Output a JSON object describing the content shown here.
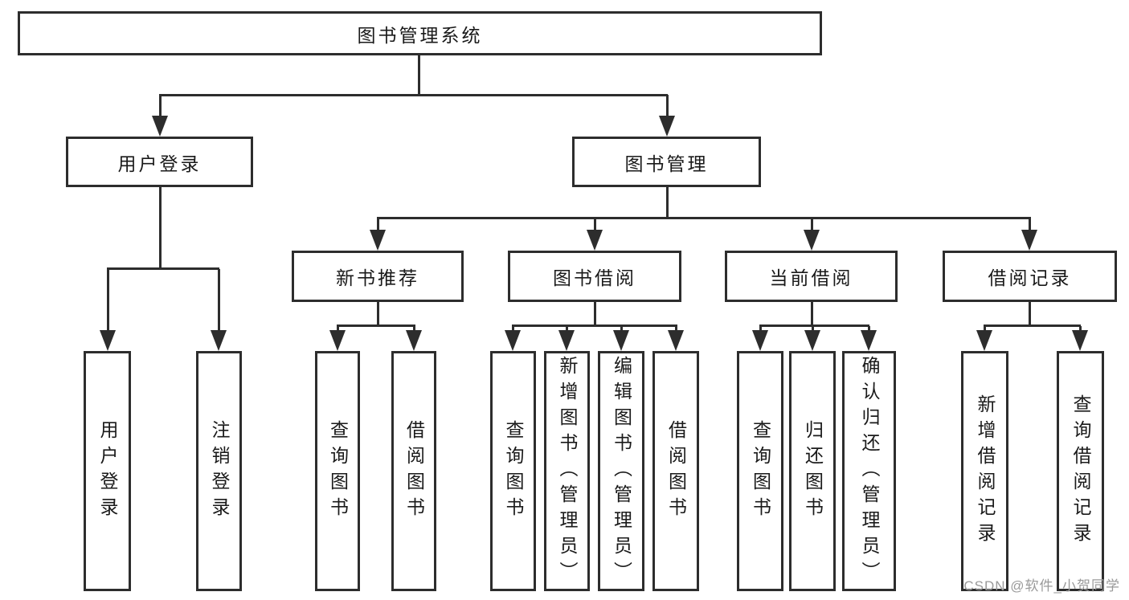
{
  "diagram": {
    "root": {
      "label": "图书管理系统"
    },
    "level2": [
      {
        "label": "用户登录"
      },
      {
        "label": "图书管理"
      }
    ],
    "level3": [
      {
        "label": "新书推荐"
      },
      {
        "label": "图书借阅"
      },
      {
        "label": "当前借阅"
      },
      {
        "label": "借阅记录"
      }
    ],
    "leaves": {
      "user_login": [
        {
          "label": "用户登录"
        },
        {
          "label": "注销登录"
        }
      ],
      "new_book_recommend": [
        {
          "label": "查询图书"
        },
        {
          "label": "借阅图书"
        }
      ],
      "book_borrow": [
        {
          "label": "查询图书"
        },
        {
          "label": "新增图书（管理员）"
        },
        {
          "label": "编辑图书（管理员）"
        },
        {
          "label": "借阅图书"
        }
      ],
      "current_borrow": [
        {
          "label": "查询图书"
        },
        {
          "label": "归还图书"
        },
        {
          "label": "确认归还（管理员）"
        }
      ],
      "borrow_records": [
        {
          "label": "新增借阅记录"
        },
        {
          "label": "查询借阅记录"
        }
      ]
    },
    "colors": {
      "line": "#2d2d2d",
      "text": "#1a1a1a",
      "background": "#ffffff"
    }
  },
  "watermark": {
    "text": "CSDN @软件_小贺同学",
    "color": "#9a9a9a"
  }
}
